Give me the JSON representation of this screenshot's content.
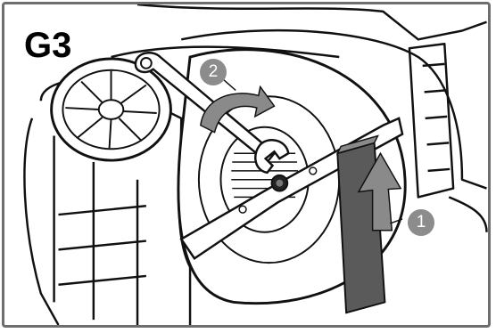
{
  "figure": {
    "step_label": "G3",
    "callouts": [
      {
        "number": "1",
        "meaning": "push-up-arrow"
      },
      {
        "number": "2",
        "meaning": "wrench-rotation"
      }
    ],
    "colors": {
      "frame_border": "#6e6e6e",
      "badge_fill": "#8c8c8c",
      "arrow_fill": "#8a8a8a",
      "line_art": "#111111",
      "handle_fill": "#5a5a5a"
    },
    "icons": [
      "wrench-icon",
      "rotate-arrow-icon",
      "up-arrow-icon",
      "nut-icon",
      "blade-icon",
      "wheel-icon",
      "wood-block-icon"
    ]
  }
}
